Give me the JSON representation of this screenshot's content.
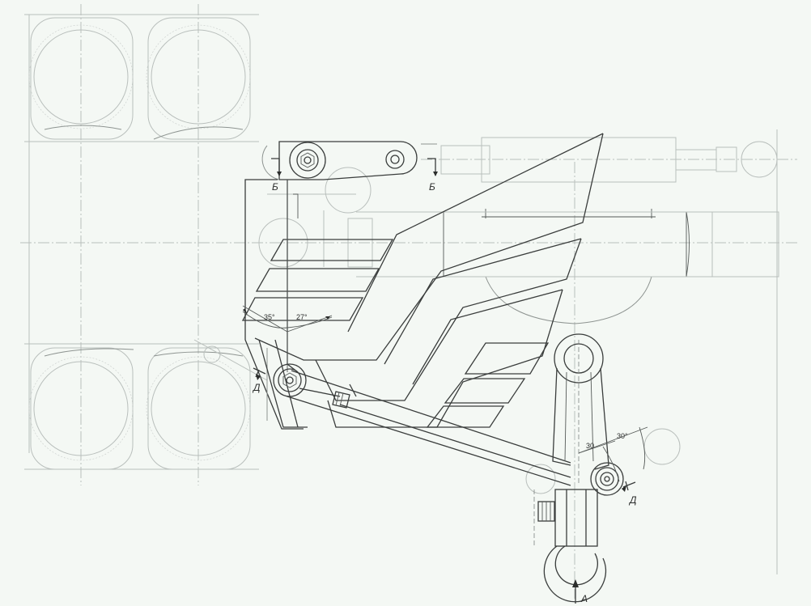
{
  "section_labels": {
    "b_left": "Б",
    "b_right": "Б",
    "d_left": "Д",
    "d_right": "Д",
    "a_bottom": "А"
  },
  "angles": {
    "upper_left": "35°",
    "upper_right": "27°",
    "lower_left": "30",
    "lower_right": "30°"
  },
  "colors": {
    "background": "#f4f8f4",
    "main_line": "#3a3d3c",
    "faint_line": "#b9bfbc"
  }
}
